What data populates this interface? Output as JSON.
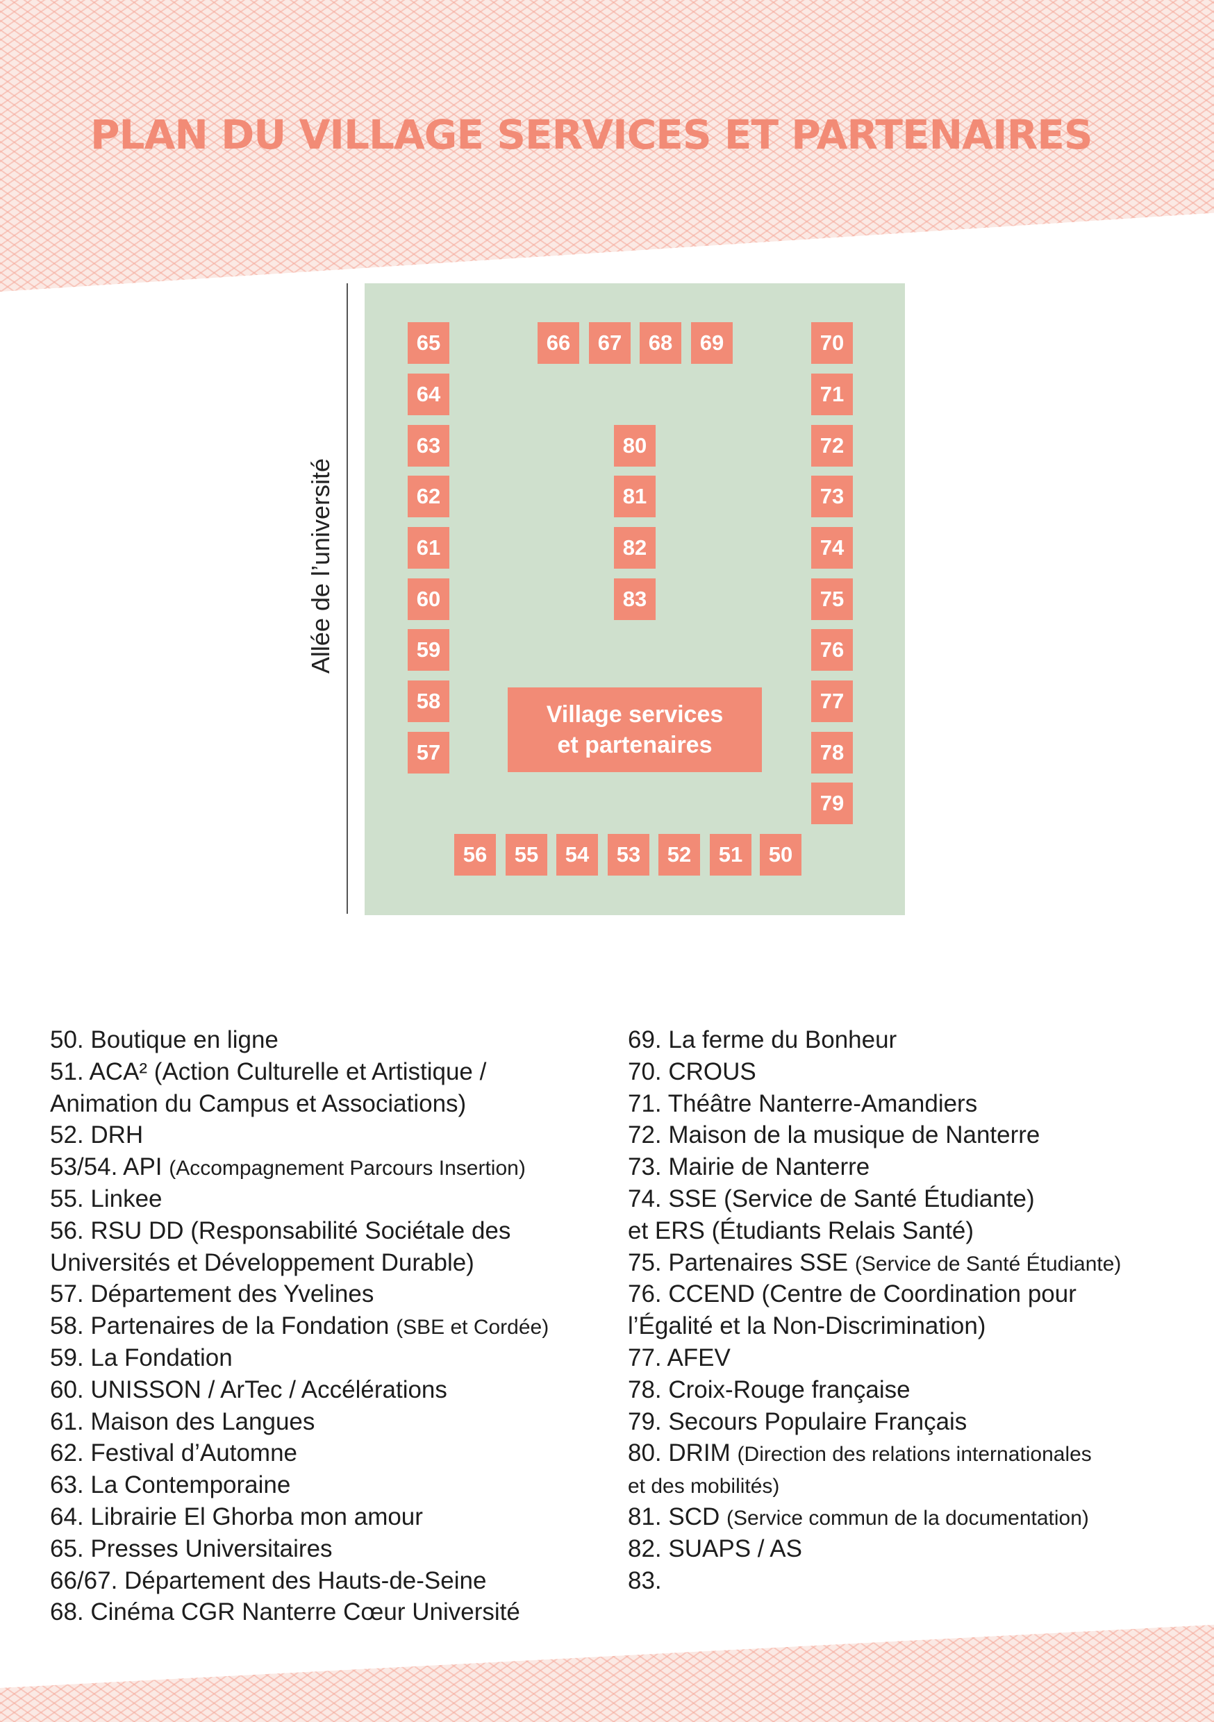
{
  "title": "PLAN DU VILLAGE SERVICES ET PARTENAIRES",
  "allee_label": "Allée de l’université",
  "village_label": [
    "Village services",
    "et partenaires"
  ],
  "colors": {
    "accent": "#f28b76",
    "map_background": "#cfe0cd",
    "pattern_light": "#fbe9e4"
  },
  "stands": [
    "50",
    "51",
    "52",
    "53",
    "54",
    "55",
    "56",
    "57",
    "58",
    "59",
    "60",
    "61",
    "62",
    "63",
    "64",
    "65",
    "66",
    "67",
    "68",
    "69",
    "70",
    "71",
    "72",
    "73",
    "74",
    "75",
    "76",
    "77",
    "78",
    "79",
    "80",
    "81",
    "82",
    "83"
  ],
  "legend_left": [
    {
      "text": "50. Boutique en ligne",
      "small": ""
    },
    {
      "text": "51. ACA² (Action Culturelle et Artistique /",
      "small": ""
    },
    {
      "text": "Animation du Campus et Associations)",
      "small": ""
    },
    {
      "text": "52. DRH",
      "small": ""
    },
    {
      "text": "53/54. API ",
      "small": "(Accompagnement Parcours Insertion)"
    },
    {
      "text": "55. Linkee",
      "small": ""
    },
    {
      "text": "56. RSU DD (Responsabilité Sociétale des",
      "small": ""
    },
    {
      "text": "Universités et Développement Durable)",
      "small": ""
    },
    {
      "text": "57. Département des Yvelines",
      "small": ""
    },
    {
      "text": "58. Partenaires de la Fondation ",
      "small": "(SBE et Cordée)"
    },
    {
      "text": "59. La Fondation",
      "small": ""
    },
    {
      "text": "60. UNISSON / ArTec / Accélérations",
      "small": ""
    },
    {
      "text": "61. Maison des Langues",
      "small": ""
    },
    {
      "text": "62. Festival d’Automne",
      "small": ""
    },
    {
      "text": "63. La Contemporaine",
      "small": ""
    },
    {
      "text": "64. Librairie El Ghorba mon amour",
      "small": ""
    },
    {
      "text": "65. Presses Universitaires",
      "small": ""
    },
    {
      "text": "66/67. Département des Hauts-de-Seine",
      "small": ""
    },
    {
      "text": "68. Cinéma CGR Nanterre Cœur Université",
      "small": ""
    }
  ],
  "legend_right": [
    {
      "text": "69. La ferme du Bonheur",
      "small": ""
    },
    {
      "text": "70. CROUS",
      "small": ""
    },
    {
      "text": "71. Théâtre Nanterre-Amandiers",
      "small": ""
    },
    {
      "text": "72. Maison de la musique de Nanterre",
      "small": ""
    },
    {
      "text": "73. Mairie de Nanterre",
      "small": ""
    },
    {
      "text": "74. SSE (Service de Santé Étudiante)",
      "small": ""
    },
    {
      "text": "et ERS (Étudiants Relais Santé)",
      "small": ""
    },
    {
      "text": "75. Partenaires SSE ",
      "small": "(Service de Santé Étudiante)"
    },
    {
      "text": "76. CCEND (Centre de Coordination pour",
      "small": ""
    },
    {
      "text": "l’Égalité et la Non-Discrimination)",
      "small": ""
    },
    {
      "text": "77. AFEV",
      "small": ""
    },
    {
      "text": "78. Croix-Rouge française",
      "small": ""
    },
    {
      "text": "79. Secours Populaire Français",
      "small": ""
    },
    {
      "text": "80. DRIM ",
      "small": "(Direction des relations internationales"
    },
    {
      "text": "",
      "small": "et des mobilités)"
    },
    {
      "text": "81. SCD ",
      "small": "(Service commun de la documentation)"
    },
    {
      "text": "82. SUAPS / AS",
      "small": ""
    },
    {
      "text": "83.",
      "small": ""
    }
  ]
}
